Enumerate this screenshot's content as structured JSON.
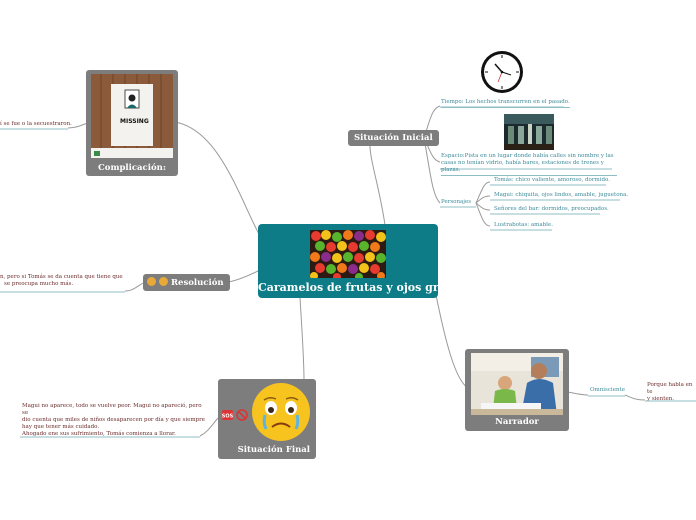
{
  "central": {
    "title": "Caramelos de frutas y ojos grises",
    "image_icon": "candy-photo"
  },
  "situacion_inicial": {
    "label": "Situación Inicial",
    "tiempo": "Tiempo: Los hechos transcurren en el pasado.",
    "espacio_l1": "Espacio:Pista en un lugar donde había calles sin nombre y las",
    "espacio_l2": "casas no tenían vidrio, había bares, estaciones de trenes y plazas.",
    "personajes": "Personajes",
    "p1": "Tomás: chico valiente, amoroso, dormido.",
    "p2": "Magui: chiquita, ojos lindos, amable, juguetona.",
    "p3": "Señores del bar: dormidos, preocupados.",
    "p4": "Lustrabotas: amable.",
    "clock_icon": "clock-icon",
    "station_icon": "train-station-photo"
  },
  "complicacion": {
    "label": "Complicación:",
    "leaf": "í se fue o la secuestraron.",
    "poster_text": "MISSING"
  },
  "resolucion": {
    "label": "Resolución",
    "leaf_l1": "n, pero si Tomás se da cuenta que tiene que",
    "leaf_l2": "se preocupa mucho más."
  },
  "narrador": {
    "label": "Narrador",
    "tipo": "Omnisciente",
    "leaf_l1": "Porque habla en te",
    "leaf_l2": "y sienten."
  },
  "situacion_final": {
    "label": "Situación Final",
    "l1": "Magui no aparece, todo se vuelve peor. Magui no apareció, pero se",
    "l2": "dio cuenta que miles de niños desaparecen por día y que siempre",
    "l3": "hay que tener más cuidado.",
    "l4": "Ahogado ene sus sufrimiento, Tomás comienza a llorar."
  },
  "colors": {
    "central": "#0d7c87",
    "branch": "#7d7d7d",
    "leaf_text": "#3b8a99",
    "line": "#9a9a9a"
  }
}
